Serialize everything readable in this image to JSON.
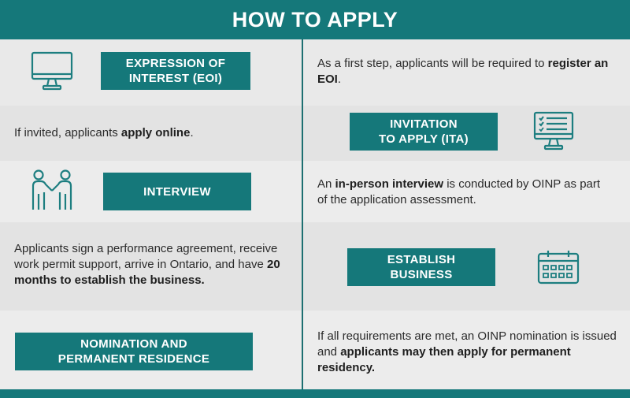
{
  "header": {
    "title": "HOW TO APPLY"
  },
  "steps": [
    {
      "label": "EXPRESSION OF\nINTEREST (EOI)",
      "icon": "monitor-icon",
      "description": {
        "before": "As a first step, applicants will be required to ",
        "bold": "register an EOI",
        "after": "."
      }
    },
    {
      "label": "INVITATION\nTO APPLY (ITA)",
      "icon": "checklist-monitor-icon",
      "description": {
        "before": "If invited, applicants ",
        "bold": "apply online",
        "after": "."
      }
    },
    {
      "label": "INTERVIEW",
      "icon": "handshake-icon",
      "description": {
        "before": "An ",
        "bold": "in-person interview",
        "after": " is conducted by OINP as part of the application assessment."
      }
    },
    {
      "label": "ESTABLISH\nBUSINESS",
      "icon": "calendar-icon",
      "description": {
        "before": "Applicants sign a performance agreement, receive work permit support, arrive in Ontario, and have ",
        "bold": "20 months to establish the business.",
        "after": ""
      }
    },
    {
      "label": "NOMINATION AND\nPERMANENT RESIDENCE",
      "icon": "",
      "description": {
        "before": "If all requirements are met, an OINP nomination is issued and ",
        "bold": "applicants may then apply for permanent residency.",
        "after": ""
      }
    }
  ],
  "colors": {
    "accent": "#15787a",
    "row_light": "#ececec",
    "row_dark": "#e3e3e3",
    "text": "#2b2b2b"
  }
}
